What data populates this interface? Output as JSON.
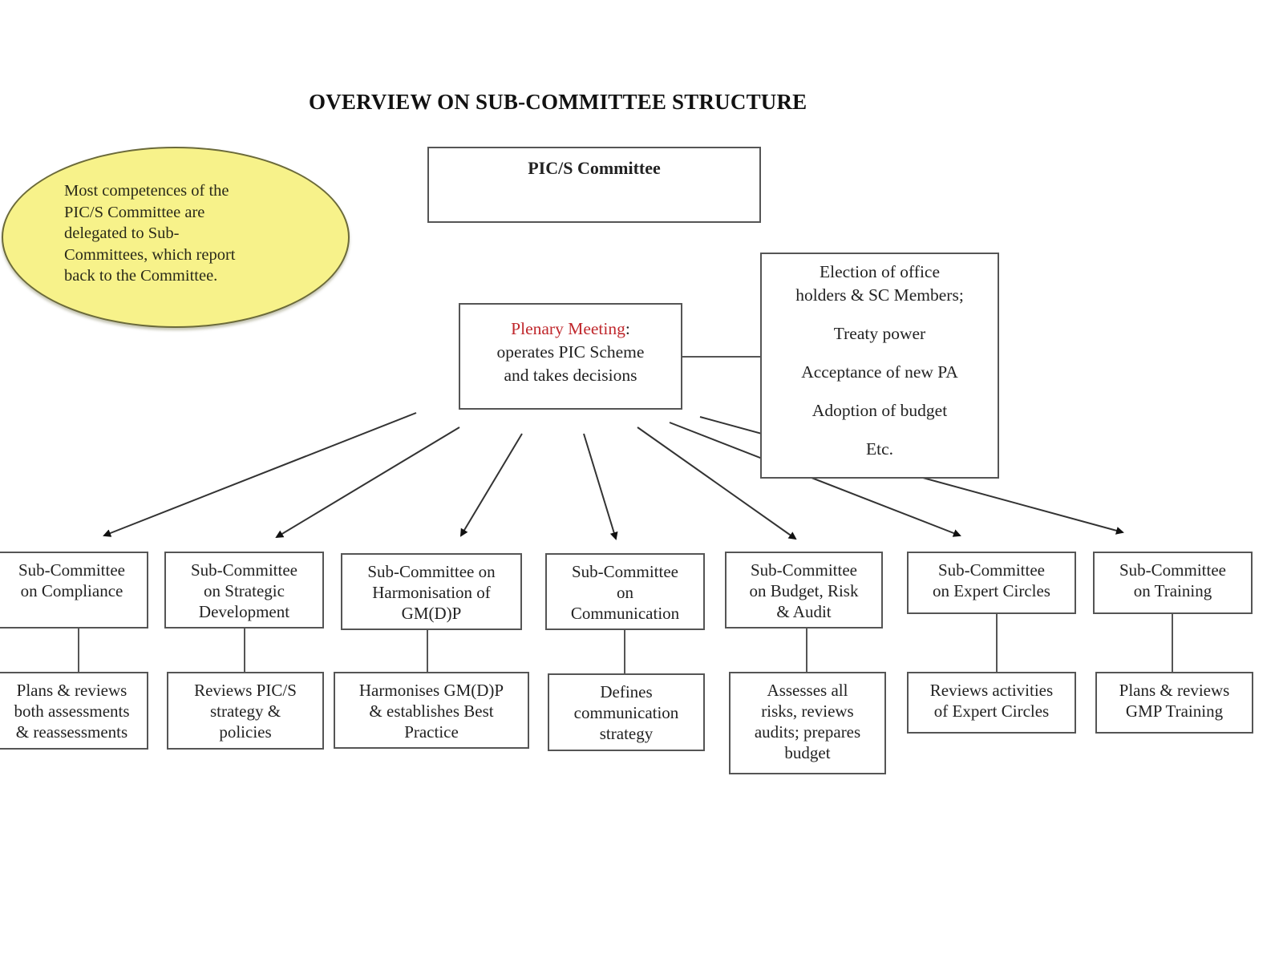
{
  "title": "OVERVIEW ON SUB-COMMITTEE STRUCTURE",
  "note": {
    "lines": [
      "Most competences of the",
      "PIC/S Committee are",
      "delegated to Sub-",
      "Committees, which report",
      "back to the Committee."
    ],
    "color": "#f7f28a"
  },
  "committee": {
    "label": "PIC/S Committee"
  },
  "plenary": {
    "highlight": "Plenary Meeting",
    "highlight_color": "#c0282d",
    "suffix": ":",
    "lines": [
      "operates PIC Scheme",
      "and takes decisions"
    ]
  },
  "powers": {
    "items": [
      [
        "Election of office",
        "holders & SC Members;"
      ],
      [
        "Treaty power"
      ],
      [
        "Acceptance of new PA"
      ],
      [
        "Adoption of budget"
      ],
      [
        "Etc."
      ]
    ]
  },
  "subcommittees": [
    {
      "name": [
        "Sub-Committee",
        "on Compliance"
      ],
      "description": [
        "Plans & reviews",
        "both assessments",
        "& reassessments"
      ]
    },
    {
      "name": [
        "Sub-Committee",
        "on Strategic",
        "Development"
      ],
      "description": [
        "Reviews PIC/S",
        "strategy &",
        "policies"
      ]
    },
    {
      "name": [
        "Sub-Committee on",
        "Harmonisation of",
        "GM(D)P"
      ],
      "description": [
        "Harmonises GM(D)P",
        "& establishes Best",
        "Practice"
      ]
    },
    {
      "name": [
        "Sub-Committee",
        "on",
        "Communication"
      ],
      "description": [
        "Defines",
        "communication",
        "strategy"
      ]
    },
    {
      "name": [
        "Sub-Committee",
        "on Budget, Risk",
        "& Audit"
      ],
      "description": [
        "Assesses all",
        "risks, reviews",
        "audits; prepares",
        "budget"
      ]
    },
    {
      "name": [
        "Sub-Committee",
        "on Expert Circles"
      ],
      "description": [
        "Reviews activities",
        "of Expert Circles"
      ]
    },
    {
      "name": [
        "Sub-Committee",
        "on Training"
      ],
      "description": [
        "Plans & reviews",
        "GMP Training"
      ]
    }
  ]
}
